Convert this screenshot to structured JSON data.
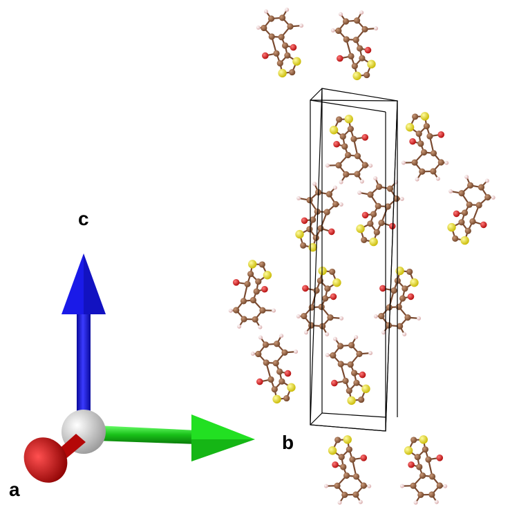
{
  "axes": {
    "a": {
      "label": "a",
      "color": "#c81010"
    },
    "b": {
      "label": "b",
      "color": "#18d018"
    },
    "c": {
      "label": "c",
      "color": "#1818e0"
    },
    "origin_color": "#c8c8c8"
  },
  "atoms": {
    "carbon": {
      "color": "#8b5a3c"
    },
    "oxygen": {
      "color": "#e01010"
    },
    "sulfur": {
      "color": "#e8e020"
    },
    "hydrogen": {
      "color": "#f0d0d0"
    },
    "bond": {
      "color": "#7a4a30"
    }
  },
  "unit_cell": {
    "color": "#000000"
  }
}
